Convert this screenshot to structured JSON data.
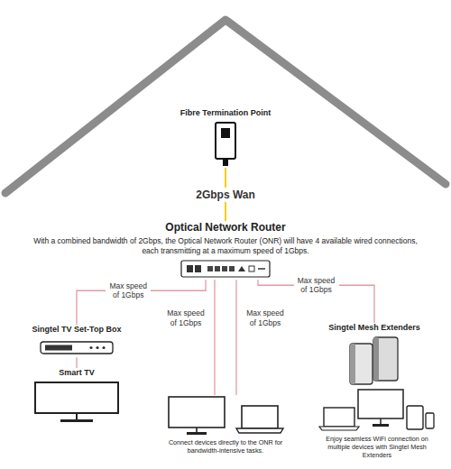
{
  "diagram": {
    "nodes": [
      {
        "text": [
          "Fibre Termination Point"
        ]
      },
      {
        "text": [
          "Optical Network Router",
          "With a combined bandwidth of 2Gbps, the Optical Network Router (ONR) will have 4 available wired connections, each transmitting at a maximum speed of 1Gbps."
        ]
      },
      {
        "text": [
          "Singtel TV Set-Top Box"
        ]
      },
      {
        "text": [
          "Smart TV"
        ]
      },
      {
        "text": [
          "Connect devices directly to the ONR for bandwidth-intensive tasks."
        ]
      },
      {
        "text": [
          "Singtel Mesh Extenders"
        ]
      },
      {
        "text": [
          "Enjoy seamless WiFi connection on multiple devices with Singtel Mesh Extenders"
        ]
      }
    ],
    "edges": [
      {
        "from": 0,
        "to": 1,
        "arrow": "none",
        "label": "2Gbps Wan"
      },
      {
        "from": 1,
        "to": 2,
        "arrow": "none",
        "label": "Max speed of 1Gbps"
      },
      {
        "from": 1,
        "to": 4,
        "arrow": "none",
        "label": "Max speed of 1Gbps"
      },
      {
        "from": 1,
        "to": 4,
        "arrow": "none",
        "label": "Max speed of 1Gbps"
      },
      {
        "from": 1,
        "to": 5,
        "arrow": "none",
        "label": "Max speed of 1Gbps"
      },
      {
        "from": 2,
        "to": 3,
        "arrow": "none"
      }
    ]
  }
}
